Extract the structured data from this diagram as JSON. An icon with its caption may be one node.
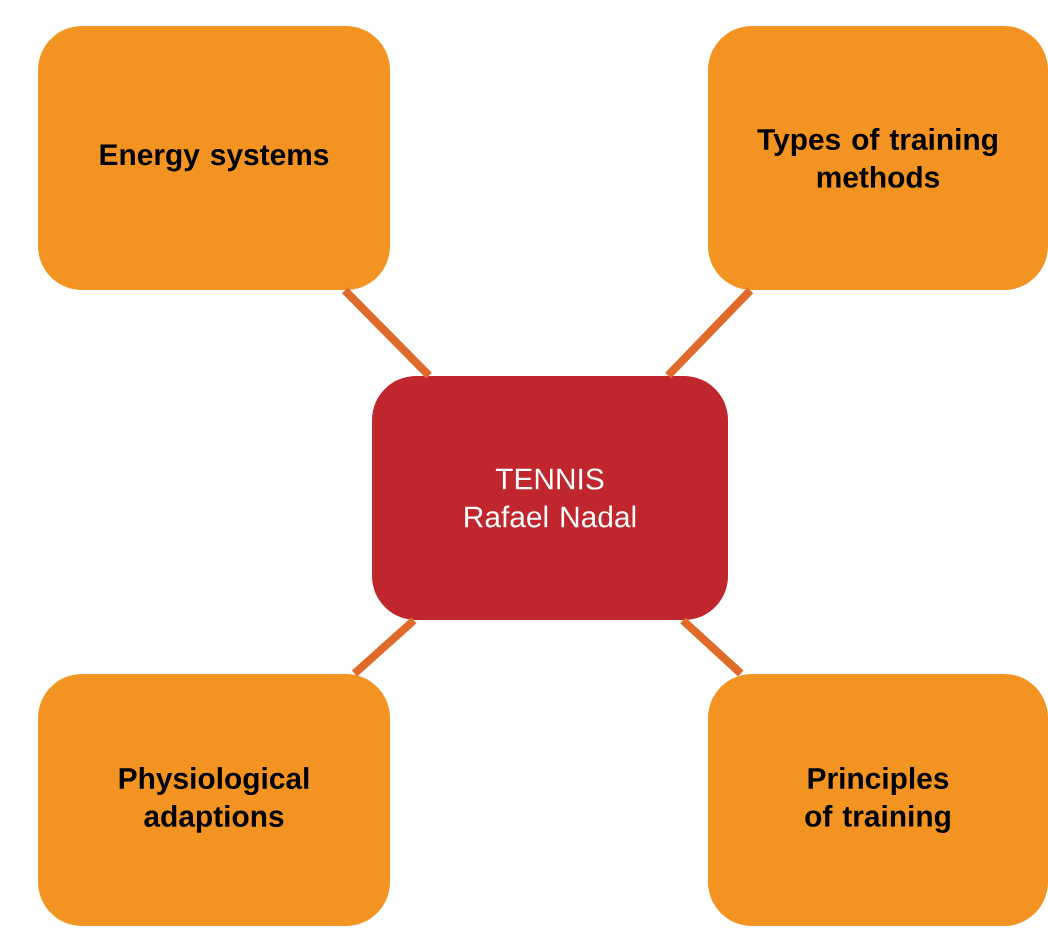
{
  "diagram": {
    "nodes": [
      {
        "text": [
          "Energy systems"
        ]
      },
      {
        "text": [
          "Types of training methods"
        ]
      },
      {
        "text": [
          "TENNIS",
          "Rafael Nadal"
        ]
      },
      {
        "text": [
          "Physiological adaptions"
        ]
      },
      {
        "text": [
          "Principles of training"
        ]
      }
    ],
    "edges": [
      {
        "from": 2,
        "to": 0,
        "arrow": "none"
      },
      {
        "from": 2,
        "to": 1,
        "arrow": "none"
      },
      {
        "from": 2,
        "to": 3,
        "arrow": "none"
      },
      {
        "from": 2,
        "to": 4,
        "arrow": "none"
      }
    ]
  }
}
